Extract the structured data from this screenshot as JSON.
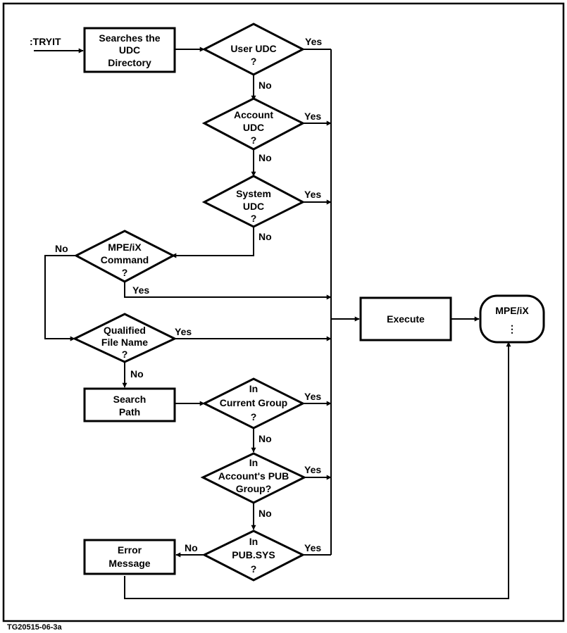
{
  "start_label": ":TRYIT",
  "nodes": {
    "search_udc": [
      "Searches the",
      "UDC",
      "Directory"
    ],
    "user_udc": [
      "User UDC",
      "?"
    ],
    "account_udc": [
      "Account",
      "UDC",
      "?"
    ],
    "system_udc": [
      "System",
      "UDC",
      "?"
    ],
    "mpeix_command": [
      "MPE/iX",
      "Command",
      "?"
    ],
    "qualified_file": [
      "Qualified",
      "File Name",
      "?"
    ],
    "search_path": [
      "Search",
      "Path"
    ],
    "current_group": [
      "In",
      "Current Group",
      "?"
    ],
    "accounts_pub": [
      "In",
      "Account's PUB",
      "Group?"
    ],
    "pub_sys": [
      "In",
      "PUB.SYS",
      "?"
    ],
    "error_message": [
      "Error",
      "Message"
    ],
    "execute": [
      "Execute"
    ],
    "mpeix_terminal": [
      "MPE/iX",
      "⋮"
    ]
  },
  "edge_labels": {
    "yes": "Yes",
    "no": "No"
  },
  "figure_id": "TG20515-06-3a"
}
